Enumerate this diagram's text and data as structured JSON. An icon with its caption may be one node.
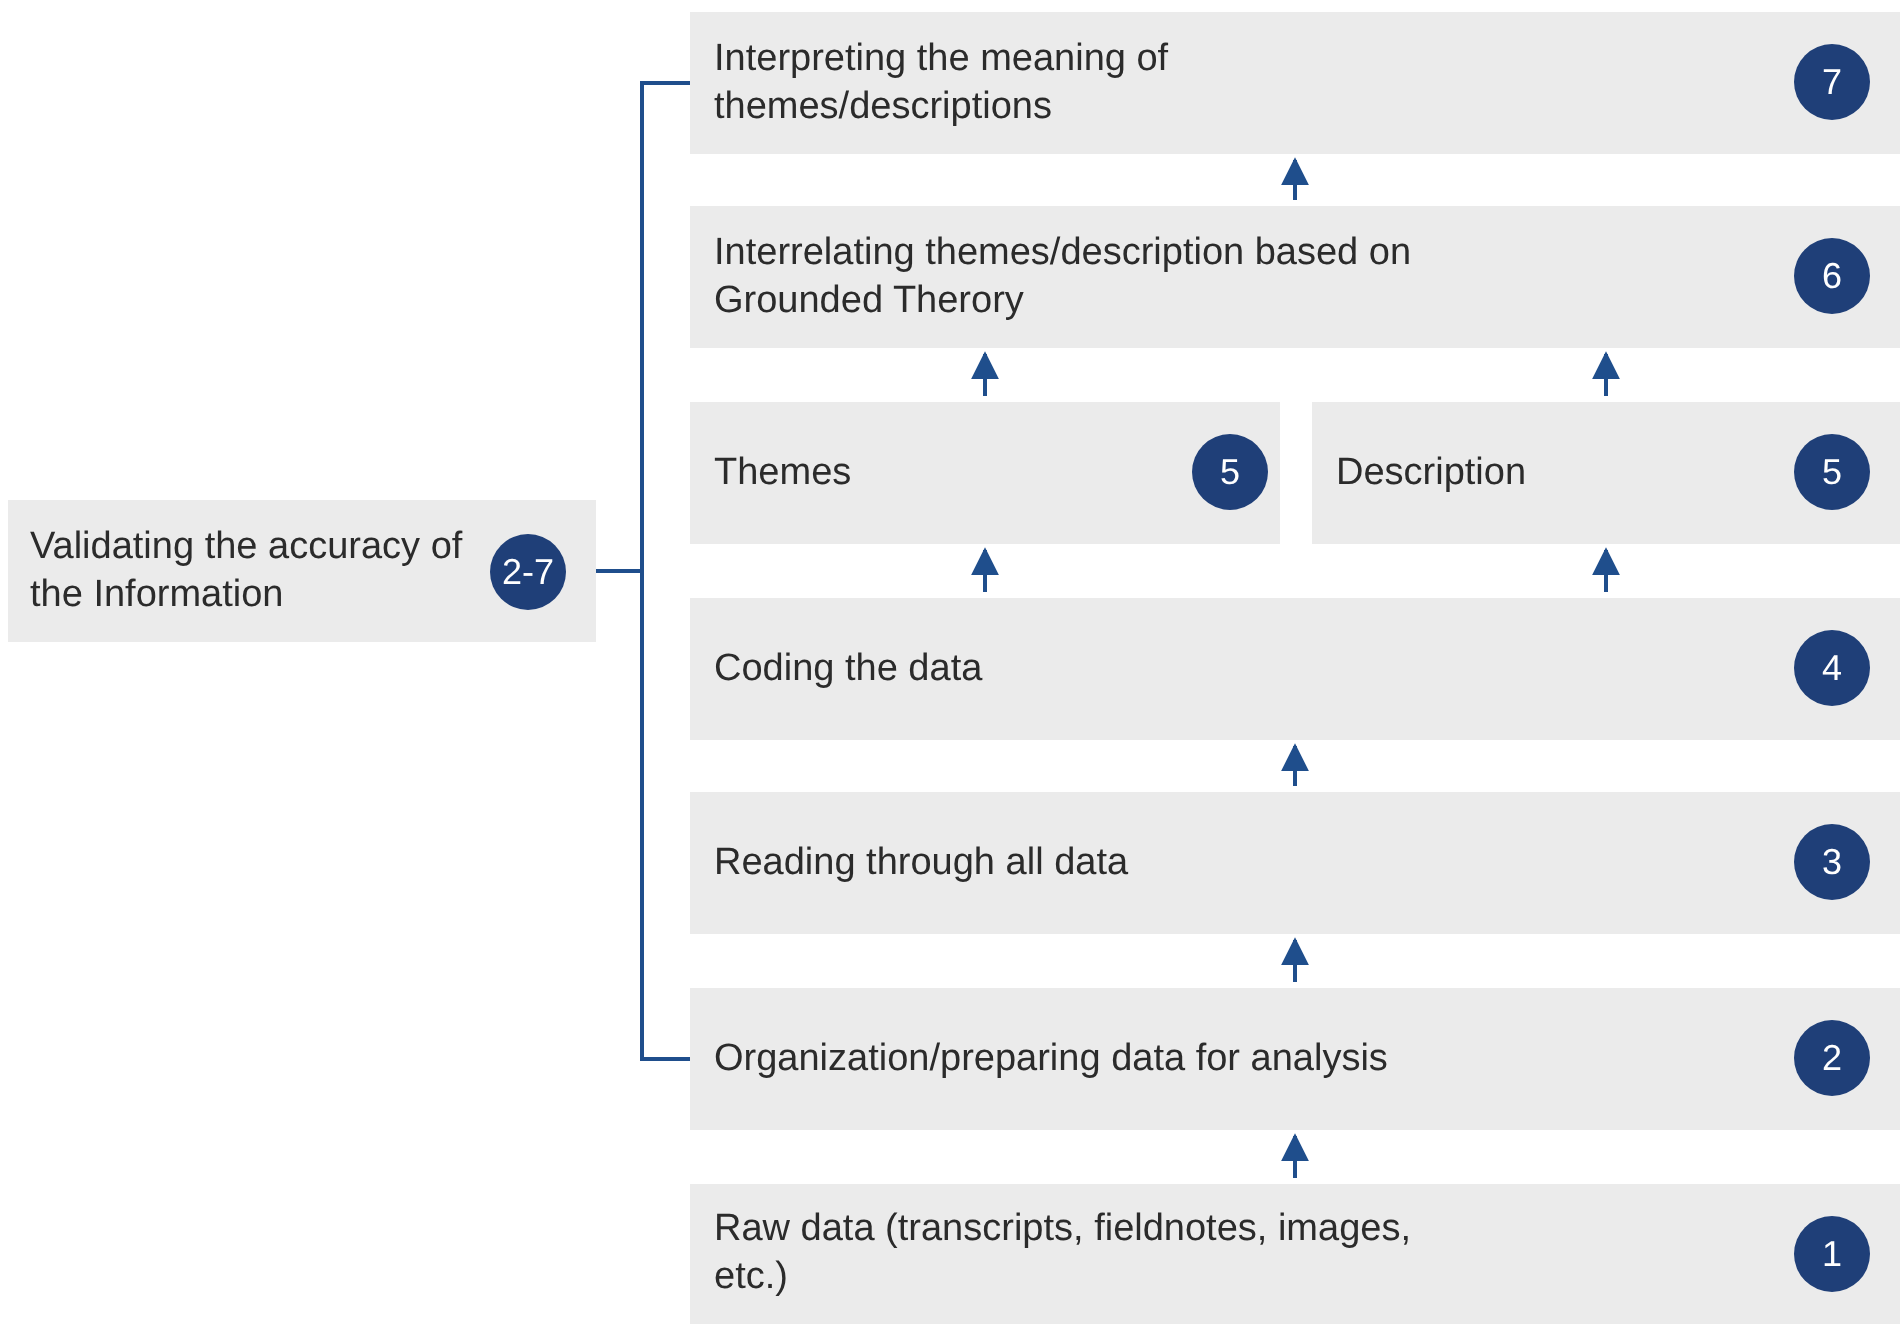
{
  "diagram": {
    "nodes": [
      {
        "text": [
          "Validating the accuracy of the Information"
        ]
      },
      {
        "text": [
          "2-7"
        ],
        "in": 0
      },
      {
        "text": [
          "Interpreting the meaning of themes/descriptions"
        ]
      },
      {
        "text": [
          "7"
        ],
        "in": 2
      },
      {
        "text": [
          "Interrelating themes/description based on Grounded Therory"
        ]
      },
      {
        "text": [
          "6"
        ],
        "in": 4
      },
      {
        "text": [
          "Themes"
        ]
      },
      {
        "text": [
          "5"
        ],
        "in": 6
      },
      {
        "text": [
          "Description"
        ]
      },
      {
        "text": [
          "5"
        ],
        "in": 8
      },
      {
        "text": [
          "Coding the data"
        ]
      },
      {
        "text": [
          "4"
        ],
        "in": 10
      },
      {
        "text": [
          "Reading through all data"
        ]
      },
      {
        "text": [
          "3"
        ],
        "in": 12
      },
      {
        "text": [
          "Organization/preparing data for analysis"
        ]
      },
      {
        "text": [
          "2"
        ],
        "in": 14
      },
      {
        "text": [
          "Raw data (transcripts, fieldnotes, images, etc.)"
        ]
      },
      {
        "text": [
          "1"
        ],
        "in": 16
      }
    ],
    "edges": [
      {
        "from": 16,
        "to": 14,
        "arrow": "to"
      },
      {
        "from": 14,
        "to": 12,
        "arrow": "to"
      },
      {
        "from": 12,
        "to": 10,
        "arrow": "to"
      },
      {
        "from": 10,
        "to": 6,
        "arrow": "to"
      },
      {
        "from": 10,
        "to": 8,
        "arrow": "to"
      },
      {
        "from": 6,
        "to": 4,
        "arrow": "to"
      },
      {
        "from": 8,
        "to": 4,
        "arrow": "to"
      },
      {
        "from": 4,
        "to": 2,
        "arrow": "to"
      },
      {
        "from": 0,
        "to": 2,
        "arrow": "none"
      },
      {
        "from": 0,
        "to": 14,
        "arrow": "none"
      }
    ]
  }
}
